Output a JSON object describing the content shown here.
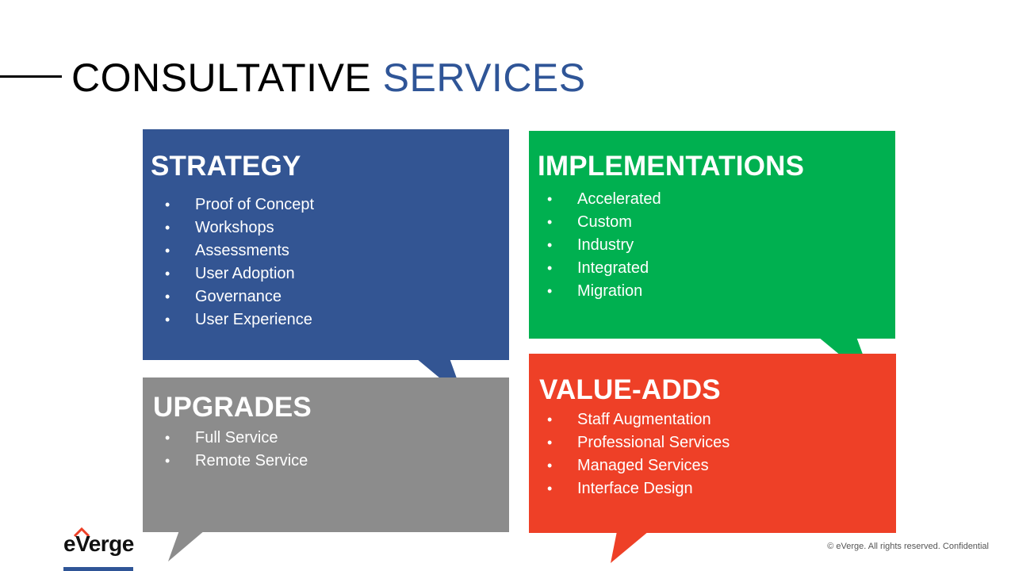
{
  "title": {
    "part1": "CONSULTATIVE",
    "part2": "SERVICES"
  },
  "boxes": {
    "strategy": {
      "heading": "STRATEGY",
      "items": [
        "Proof of Concept",
        "Workshops",
        "Assessments",
        "User Adoption",
        "Governance",
        "User Experience"
      ]
    },
    "implementations": {
      "heading": "IMPLEMENTATIONS",
      "items": [
        "Accelerated",
        "Custom",
        "Industry",
        "Integrated",
        "Migration"
      ]
    },
    "upgrades": {
      "heading": "UPGRADES",
      "items": [
        "Full Service",
        "Remote Service"
      ]
    },
    "value_adds": {
      "heading": "VALUE-ADDS",
      "items": [
        "Staff Augmentation",
        "Professional Services",
        "Managed Services",
        "Interface Design"
      ]
    }
  },
  "logo": {
    "text": "eVerge"
  },
  "footer": {
    "copyright": "© eVerge. All rights reserved. Confidential"
  },
  "colors": {
    "strategy": "#335593",
    "implementations": "#00b050",
    "upgrades": "#8c8c8c",
    "value_adds": "#ee4027",
    "title_accent": "#2f5597"
  }
}
